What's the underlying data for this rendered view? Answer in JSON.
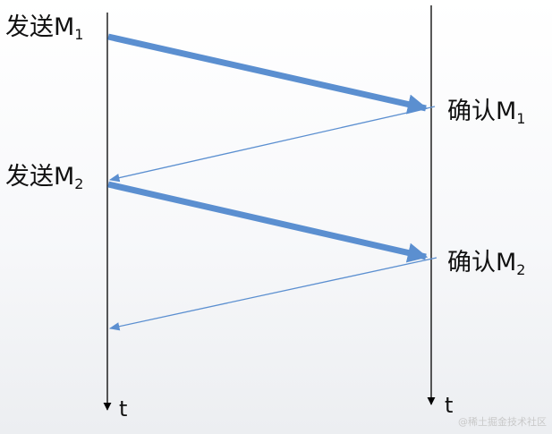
{
  "labels": {
    "send_m1": {
      "text": "发送M",
      "sub": "1"
    },
    "ack_m1": {
      "text": "确认M",
      "sub": "1"
    },
    "send_m2": {
      "text": "发送M",
      "sub": "2"
    },
    "ack_m2": {
      "text": "确认M",
      "sub": "2"
    }
  },
  "axes": {
    "left_time": "t",
    "right_time": "t"
  },
  "watermark": "@稀土掘金技术社区",
  "colors": {
    "arrow": "#5b8fd0",
    "timeline": "#000000"
  }
}
